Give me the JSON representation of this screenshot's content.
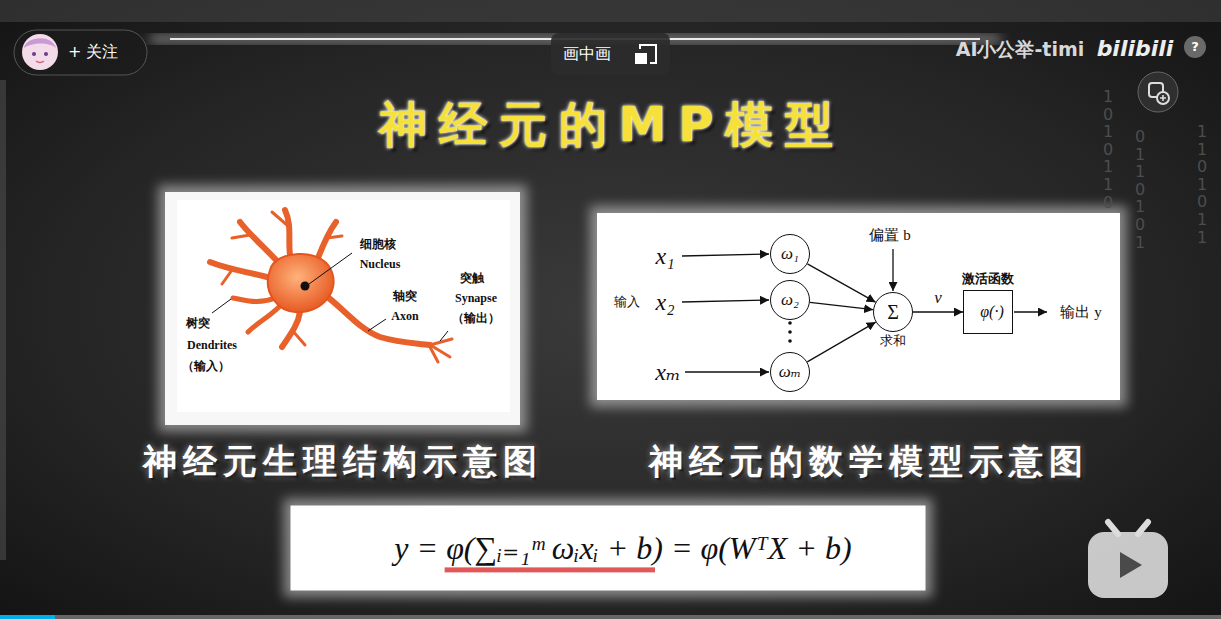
{
  "diagram": {
    "title": "神经元的MP模型",
    "nodes": [
      {
        "text": [
          "+ 关注"
        ]
      },
      {
        "text": [
          "画中画"
        ]
      },
      {
        "text": [
          "?"
        ]
      },
      {
        "text": [
          "ω₁"
        ]
      },
      {
        "text": [
          "ω₂"
        ]
      },
      {
        "text": [
          "ωₘ"
        ]
      },
      {
        "text": [
          "Σ",
          "求和"
        ]
      },
      {
        "text": [
          "激活函数",
          "φ(·)"
        ]
      },
      {
        "text": [
          "y = φ(∑ᵢ₌₁ᵐ ωᵢxᵢ + b) = φ(WᵀX + b)"
        ]
      }
    ],
    "edges": [
      {
        "from": 3,
        "to": 6,
        "arrow": "to"
      },
      {
        "from": 4,
        "to": 6,
        "arrow": "to"
      },
      {
        "from": 5,
        "to": 6,
        "arrow": "to"
      },
      {
        "from": 6,
        "to": 7,
        "label": "v",
        "arrow": "to"
      }
    ],
    "labels": [
      "AI小公举-timi",
      "bilibili",
      "1010110",
      "0110101",
      "1101011",
      "细胞核",
      "Nucleus",
      "轴突",
      "Axon",
      "突触",
      "Synapse",
      "（输出）",
      "树突",
      "Dendrites",
      "（输入）",
      "神经元生理结构示意图",
      "x₁",
      "偏置 b",
      "输入",
      "x₂",
      "xₘ",
      "输出 y",
      "神经元的数学模型示意图"
    ]
  }
}
